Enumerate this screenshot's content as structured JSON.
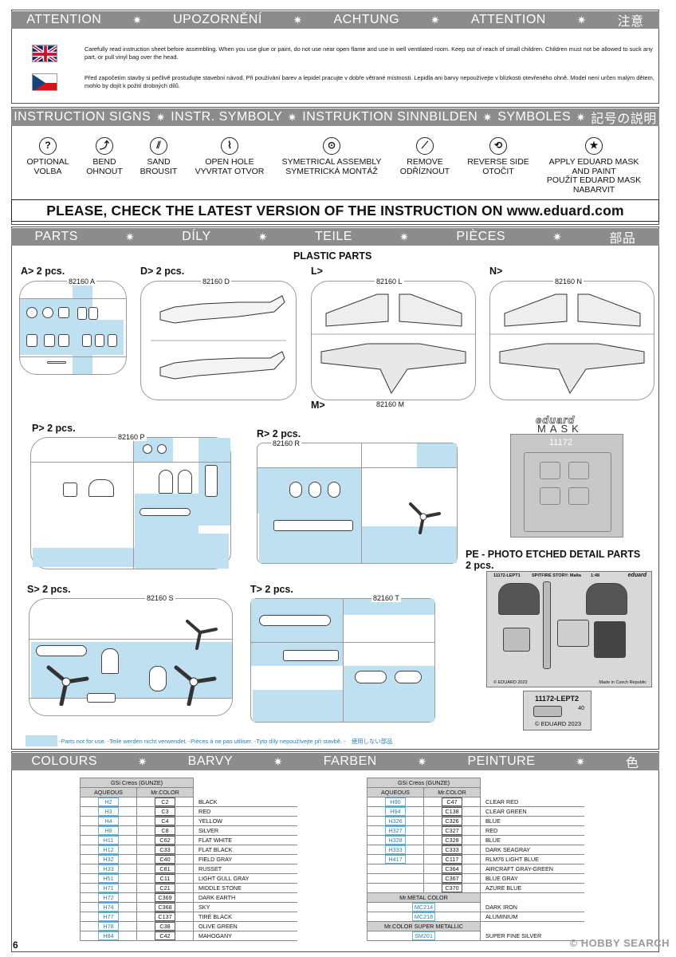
{
  "attention_bar": [
    "ATTENTION",
    "UPOZORNĚNÍ",
    "ACHTUNG",
    "ATTENTION",
    "注意"
  ],
  "bar_separator": "✷",
  "warnings": {
    "en": "Carefully read instruction sheet before assembling. When you use glue or paint, do not use near open flame and use in well ventilated room. Keep out of reach of small children. Children must not be allowed to suck any part, or pull vinyl bag over the head.",
    "cz": "Před započetím stavby si pečlivě prostudujte stavební návod. Při používání barev a lepidel pracujte v dobře větrané místnosti. Lepidla ani barvy nepoužívejte v blízkosti otevřeného ohně. Model není určen malým dětem, mohlo by dojít k požití drobných dílů."
  },
  "instruction_bar": [
    "INSTRUCTION SIGNS",
    "INSTR. SYMBOLY",
    "INSTRUKTION SINNBILDEN",
    "SYMBOLES",
    "記号の説明"
  ],
  "signs": [
    {
      "icon": "question-icon",
      "glyph": "?",
      "line1": "OPTIONAL",
      "line2": "VOLBA"
    },
    {
      "icon": "bend-icon",
      "glyph": "⤴",
      "line1": "BEND",
      "line2": "OHNOUT"
    },
    {
      "icon": "sand-icon",
      "glyph": "⫽",
      "line1": "SAND",
      "line2": "BROUSIT"
    },
    {
      "icon": "drill-icon",
      "glyph": "⌇",
      "line1": "OPEN HOLE",
      "line2": "VYVRTAT OTVOR"
    },
    {
      "icon": "symmetry-icon",
      "glyph": "⊙",
      "line1": "SYMETRICAL ASSEMBLY",
      "line2": "SYMETRICKÁ MONTÁŽ"
    },
    {
      "icon": "cut-icon",
      "glyph": "⟋",
      "line1": "REMOVE",
      "line2": "ODŘÍZNOUT"
    },
    {
      "icon": "reverse-icon",
      "glyph": "⟲",
      "line1": "REVERSE SIDE",
      "line2": "OTOČIT"
    },
    {
      "icon": "mask-icon",
      "glyph": "★",
      "line1": "APPLY EDUARD MASK",
      "line2": "AND PAINT",
      "line3": "POUŽÍT EDUARD MASK",
      "line4": "NABARVIT"
    }
  ],
  "check_banner": "PLEASE, CHECK THE LATEST VERSION OF THE INSTRUCTION ON www.eduard.com",
  "parts_bar": [
    "PARTS",
    "DÍLY",
    "TEILE",
    "PIÈCES",
    "部品"
  ],
  "plastic_parts_title": "PLASTIC PARTS",
  "sprues": {
    "A": {
      "label": "A> 2 pcs.",
      "number": "82160 A"
    },
    "D": {
      "label": "D> 2 pcs.",
      "number": "82160 D"
    },
    "L": {
      "label": "L>",
      "number": "82160 L"
    },
    "M": {
      "label": "M>",
      "number": "82160 M"
    },
    "N": {
      "label": "N>",
      "number": "82160 N"
    },
    "P": {
      "label": "P> 2 pcs.",
      "number": "82160 P"
    },
    "R": {
      "label": "R> 2 pcs.",
      "number": "82160 R"
    },
    "S": {
      "label": "S> 2 pcs.",
      "number": "82160 S"
    },
    "T": {
      "label": "T> 2 pcs.",
      "number": "82160 T"
    }
  },
  "mask": {
    "brand": "eduard",
    "word": "MASK",
    "number": "11172"
  },
  "pe": {
    "title": "PE - PHOTO ETCHED DETAIL PARTS",
    "qty": "2 pcs.",
    "fret1_code": "11172-LEPT1",
    "fret1_name": "SPITFIRE STORY: Malta",
    "fret1_scale": "1:48",
    "fret1_brand": "eduard",
    "fret1_copy": "© EDUARD 2023",
    "fret1_made": "Made in Czech Republic",
    "fret2_code": "11172-LEPT2",
    "fret2_num": "40",
    "fret2_copy": "© EDUARD 2023"
  },
  "not_for_use": "-Parts not for use. -Teile werden nicht verwendet. -Pièces à ne pas utiliser. -Tyto díly nepoužívejte při stavbě. -　使用しない部品",
  "colours_bar": [
    "COLOURS",
    "BARVY",
    "FARBEN",
    "PEINTURE",
    "色"
  ],
  "colours": {
    "brand_header": "GSi Creos (GUNZE)",
    "col_aqueous": "AQUEOUS",
    "col_mrcolor": "Mr.COLOR",
    "left": [
      {
        "h": "H2",
        "c": "C2",
        "name": "BLACK"
      },
      {
        "h": "H3",
        "c": "C3",
        "name": "RED"
      },
      {
        "h": "H4",
        "c": "C4",
        "name": "YELLOW"
      },
      {
        "h": "H8",
        "c": "C8",
        "name": "SILVER"
      },
      {
        "h": "H11",
        "c": "C62",
        "name": "FLAT WHITE"
      },
      {
        "h": "H12",
        "c": "C33",
        "name": "FLAT BLACK"
      },
      {
        "h": "H32",
        "c": "C40",
        "name": "FIELD GRAY"
      },
      {
        "h": "H33",
        "c": "C81",
        "name": "RUSSET"
      },
      {
        "h": "H51",
        "c": "C11",
        "name": "LIGHT GULL GRAY"
      },
      {
        "h": "H71",
        "c": "C21",
        "name": "MIDDLE STONE"
      },
      {
        "h": "H72",
        "c": "C369",
        "name": "DARK EARTH"
      },
      {
        "h": "H74",
        "c": "C368",
        "name": "SKY"
      },
      {
        "h": "H77",
        "c": "C137",
        "name": "TIRE BLACK"
      },
      {
        "h": "H78",
        "c": "C38",
        "name": "OLIVE GREEN"
      },
      {
        "h": "H84",
        "c": "C42",
        "name": "MAHOGANY"
      }
    ],
    "right": [
      {
        "h": "H90",
        "c": "C47",
        "name": "CLEAR RED"
      },
      {
        "h": "H94",
        "c": "C138",
        "name": "CLEAR GREEN"
      },
      {
        "h": "H326",
        "c": "C326",
        "name": "BLUE"
      },
      {
        "h": "H327",
        "c": "C327",
        "name": "RED"
      },
      {
        "h": "H328",
        "c": "C328",
        "name": "BLUE"
      },
      {
        "h": "H333",
        "c": "C333",
        "name": "DARK SEAGRAY"
      },
      {
        "h": "H417",
        "c": "C117",
        "name": "RLM76 LIGHT BLUE"
      },
      {
        "h": "",
        "c": "C364",
        "name": "AIRCRAFT GRAY-GREEN"
      },
      {
        "h": "",
        "c": "C367",
        "name": "BLUE GRAY"
      },
      {
        "h": "",
        "c": "C370",
        "name": "AZURE BLUE"
      }
    ],
    "metal_header": "Mr.METAL COLOR",
    "metal": [
      {
        "m": "MC214",
        "name": "DARK IRON"
      },
      {
        "m": "MC218",
        "name": "ALUMINIUM"
      }
    ],
    "super_header": "Mr.COLOR SUPER METALLIC",
    "super": [
      {
        "m": "SM201",
        "name": "SUPER FINE SILVER"
      }
    ]
  },
  "page_number": "6",
  "watermark": "© HOBBY SEARCH",
  "colors": {
    "bar": "#8c8c8c",
    "not_for_use_blue": "#bfe0f0",
    "code_blue": "#2a7fb0"
  }
}
